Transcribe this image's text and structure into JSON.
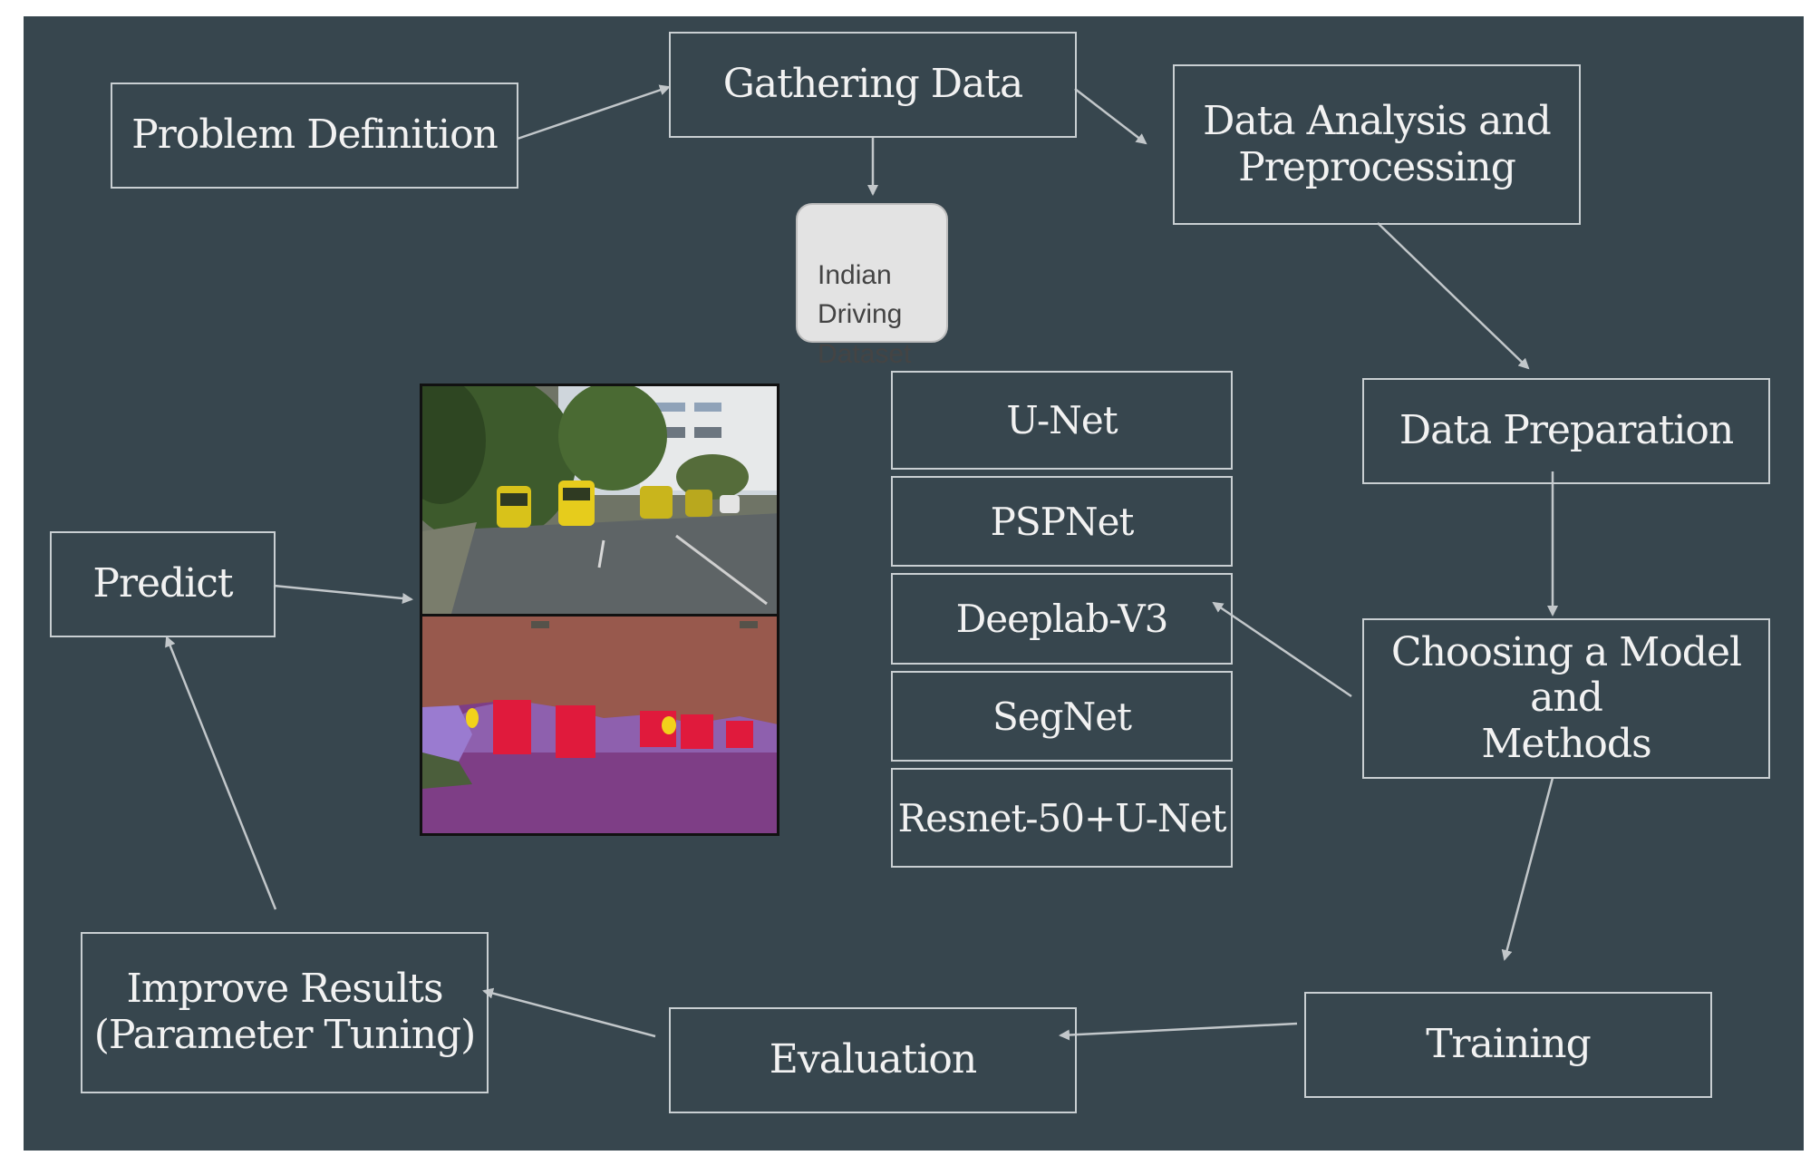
{
  "nodes": {
    "problem_definition": "Problem Definition",
    "gathering_data": "Gathering Data",
    "data_analysis": "Data Analysis and\nPreprocessing",
    "data_preparation": "Data Preparation",
    "choosing_model": "Choosing a Model and\nMethods",
    "training": "Training",
    "evaluation": "Evaluation",
    "improve_results": "Improve Results\n(Parameter Tuning)",
    "predict": "Predict"
  },
  "dataset": {
    "label": "Indian\nDriving\nDataset"
  },
  "models": [
    "U-Net",
    "PSPNet",
    "Deeplab-V3",
    "SegNet",
    "Resnet-50+U-Net"
  ],
  "colors": {
    "background": "#37464e",
    "box_border": "#c9cfd2",
    "text": "#f2f2f2",
    "arrow": "#c2c7ca",
    "seg_road": "#7e3e86",
    "seg_sky": "#98594d",
    "seg_vehicle": "#e01a3c",
    "seg_person": "#f2d21b",
    "seg_vegetation": "#4b5e3b",
    "seg_sidewalk": "#9a7bd0"
  },
  "images": {
    "street_photo": "street-scene-photo",
    "segmentation_mask": "segmentation-mask"
  }
}
